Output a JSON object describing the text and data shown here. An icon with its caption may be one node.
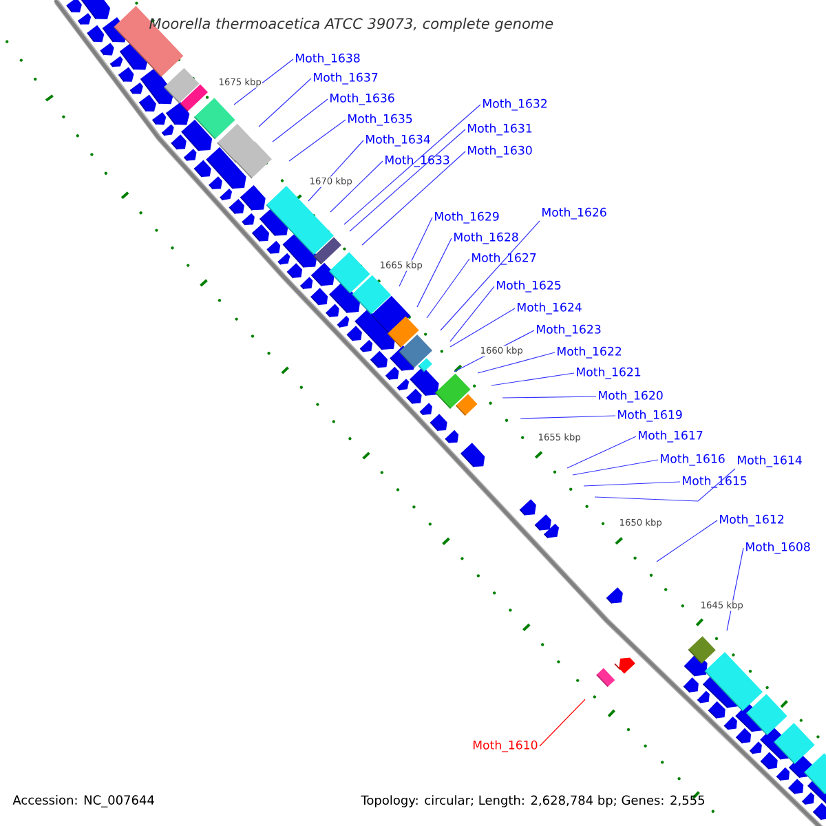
{
  "diagram": {
    "title": "Moorella thermoacetica ATCC 39073, complete genome",
    "nodes": [
      {
        "text": [
          "Moth_1638"
        ]
      },
      {
        "text": [
          "Moth_1637"
        ]
      },
      {
        "text": [
          "Moth_1636"
        ]
      },
      {
        "text": [
          "Moth_1635"
        ]
      },
      {
        "text": [
          "Moth_1634"
        ]
      },
      {
        "text": [
          "Moth_1633"
        ]
      },
      {
        "text": [
          "Moth_1632"
        ]
      },
      {
        "text": [
          "Moth_1631"
        ]
      },
      {
        "text": [
          "Moth_1630"
        ]
      },
      {
        "text": [
          "Moth_1629"
        ]
      },
      {
        "text": [
          "Moth_1628"
        ]
      },
      {
        "text": [
          "Moth_1627"
        ]
      },
      {
        "text": [
          "Moth_1626"
        ]
      },
      {
        "text": [
          "Moth_1625"
        ]
      },
      {
        "text": [
          "Moth_1624"
        ]
      },
      {
        "text": [
          "Moth_1623"
        ]
      },
      {
        "text": [
          "Moth_1622"
        ]
      },
      {
        "text": [
          "Moth_1621"
        ]
      },
      {
        "text": [
          "Moth_1620"
        ]
      },
      {
        "text": [
          "Moth_1619"
        ]
      },
      {
        "text": [
          "Moth_1617"
        ]
      },
      {
        "text": [
          "Moth_1616"
        ]
      },
      {
        "text": [
          "Moth_1614"
        ]
      },
      {
        "text": [
          "Moth_1615"
        ]
      },
      {
        "text": [
          "Moth_1612"
        ]
      },
      {
        "text": [
          "Moth_1608"
        ]
      },
      {
        "text": [
          "Moth_1610"
        ]
      }
    ],
    "edges": [
      {
        "from": 0,
        "to": null,
        "arrow": "none"
      },
      {
        "from": 1,
        "to": null,
        "arrow": "none"
      },
      {
        "from": 2,
        "to": null,
        "arrow": "none"
      },
      {
        "from": 3,
        "to": null,
        "arrow": "none"
      },
      {
        "from": 4,
        "to": null,
        "arrow": "none"
      },
      {
        "from": 5,
        "to": null,
        "arrow": "none"
      },
      {
        "from": 6,
        "to": null,
        "arrow": "none"
      },
      {
        "from": 7,
        "to": null,
        "arrow": "none"
      },
      {
        "from": 8,
        "to": null,
        "arrow": "none"
      },
      {
        "from": 9,
        "to": null,
        "arrow": "none"
      },
      {
        "from": 10,
        "to": null,
        "arrow": "none"
      },
      {
        "from": 11,
        "to": null,
        "arrow": "none"
      },
      {
        "from": 12,
        "to": null,
        "arrow": "none"
      },
      {
        "from": 13,
        "to": null,
        "arrow": "none"
      },
      {
        "from": 14,
        "to": null,
        "arrow": "none"
      },
      {
        "from": 15,
        "to": null,
        "arrow": "none"
      },
      {
        "from": 16,
        "to": null,
        "arrow": "none"
      },
      {
        "from": 17,
        "to": null,
        "arrow": "none"
      },
      {
        "from": 18,
        "to": null,
        "arrow": "none"
      },
      {
        "from": 19,
        "to": null,
        "arrow": "none"
      },
      {
        "from": 20,
        "to": null,
        "arrow": "none"
      },
      {
        "from": 21,
        "to": null,
        "arrow": "none"
      },
      {
        "from": 22,
        "to": null,
        "arrow": "none"
      },
      {
        "from": 23,
        "to": null,
        "arrow": "none"
      },
      {
        "from": 24,
        "to": null,
        "arrow": "none"
      },
      {
        "from": 25,
        "to": null,
        "arrow": "none"
      },
      {
        "from": 26,
        "to": null,
        "arrow": "none",
        "color": "#ff0000"
      }
    ],
    "labels": [
      "1675 kbp",
      "1670 kbp",
      "1665 kbp",
      "1660 kbp",
      "1655 kbp",
      "1650 kbp",
      "1645 kbp",
      "Accession: NC_007644",
      "Topology: circular; Length: 2,628,784 bp; Genes: 2,555"
    ]
  }
}
